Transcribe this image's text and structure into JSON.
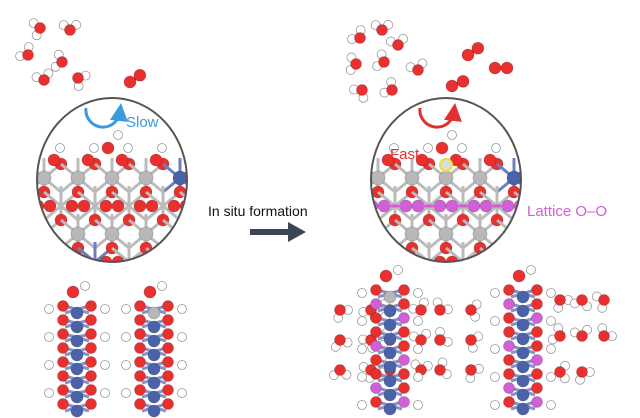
{
  "labels": {
    "slow": "Slow",
    "fast": "Fast",
    "transition": "In situ formation",
    "lattice": "Lattice O–O"
  },
  "colors": {
    "oxygen": "#e8302f",
    "hydrogen": "#ffffff",
    "metal_grey": "#b8b8b8",
    "metal_blue": "#4a62a8",
    "lattice_oxygen": "#d15fd6",
    "slow_arrow": "#3b9be0",
    "fast_arrow": "#e03030",
    "transition_arrow": "#3a4656"
  }
}
